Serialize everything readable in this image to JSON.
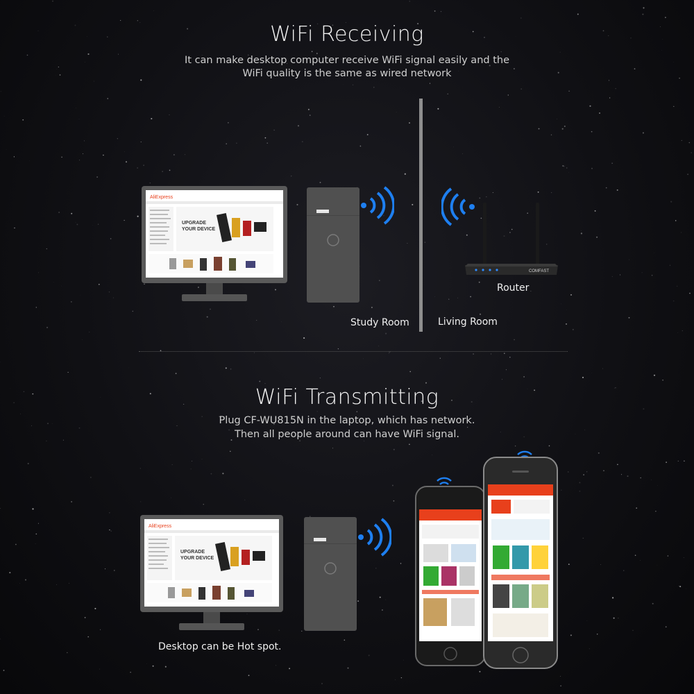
{
  "receiving": {
    "title": "WiFi Receiving",
    "subtitle_line1": "It can make desktop computer receive WiFi signal easily and the",
    "subtitle_line2": "WiFi quality is the same as wired network",
    "label_study_room": "Study Room",
    "label_living_room": "Living Room",
    "label_router": "Router"
  },
  "transmitting": {
    "title": "WiFi Transmitting",
    "subtitle_line1": "Plug CF-WU815N in the laptop, which has network.",
    "subtitle_line2": "Then all people around can have WiFi signal.",
    "label_hotspot": "Desktop can be Hot spot."
  },
  "screen": {
    "brand": "AliExpress",
    "banner_line1": "UPGRADE",
    "banner_line2": "YOUR DEVICE"
  },
  "router_brand": "COMFAST",
  "colors": {
    "wifi_wave": "#1e7ff0",
    "monitor_bezel": "#5a5a5a",
    "adapter_body": "#505050",
    "accent": "#e8401c"
  }
}
